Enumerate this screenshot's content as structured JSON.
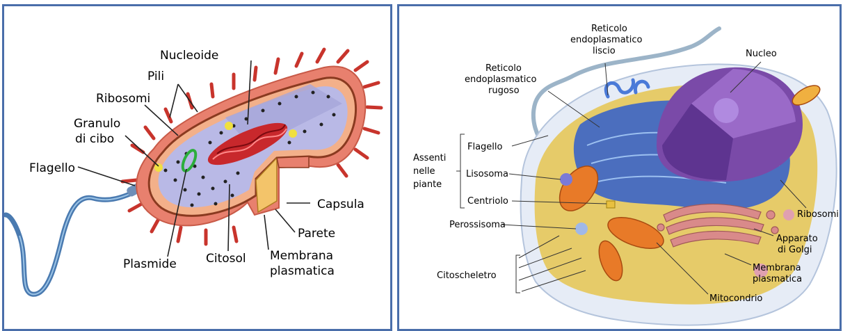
{
  "prokaryote": {
    "labels": {
      "nucleoide": "Nucleoide",
      "pili": "Pili",
      "ribosomi": "Ribosomi",
      "granulo_line1": "Granulo",
      "granulo_line2": "di cibo",
      "flagello": "Flagello",
      "capsula": "Capsula",
      "parete": "Parete",
      "membrana_line1": "Membrana",
      "membrana_line2": "plasmatica",
      "citosol": "Citosol",
      "plasmide": "Plasmide"
    }
  },
  "eukaryote": {
    "labels": {
      "rer_line1": "Reticolo",
      "rer_line2": "endoplasmatico",
      "rer_line3": "rugoso",
      "ser_line1": "Reticolo",
      "ser_line2": "endoplasmatico",
      "ser_line3": "liscio",
      "nucleo": "Nucleo",
      "assenti_line1": "Assenti",
      "assenti_line2": "nelle",
      "assenti_line3": "piante",
      "flagello": "Flagello",
      "lisosoma": "Lisosoma",
      "centriolo": "Centriolo",
      "perossisoma": "Perossisoma",
      "citoscheletro": "Citoscheletro",
      "ribosomi": "Ribosomi",
      "golgi_line1": "Apparato",
      "golgi_line2": "di Golgi",
      "membrana_line1": "Membrana",
      "membrana_line2": "plasmatica",
      "mitocondrio": "Mitocondrio"
    }
  },
  "colors": {
    "border": "#4a6eaa",
    "capsule": "#e8806e",
    "cytoplasm": "#b9b9e6",
    "nucleoid": "#c8282c",
    "membrane_blue": "#3a64c8",
    "cytosol_yellow": "#e6c85a",
    "nucleus_purple": "#7a4aa8",
    "golgi": "#d98a8a",
    "mitochondria": "#e87a28"
  }
}
